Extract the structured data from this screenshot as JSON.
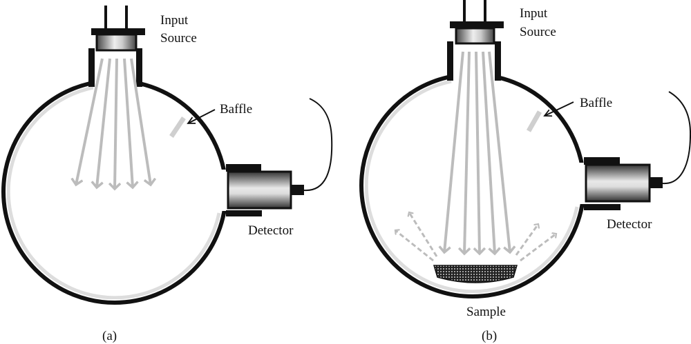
{
  "figure": {
    "panel_a": {
      "caption": "(a)",
      "source_label_line1": "Input",
      "source_label_line2": "Source",
      "baffle_label": "Baffle",
      "detector_label": "Detector"
    },
    "panel_b": {
      "caption": "(b)",
      "source_label_line1": "Input",
      "source_label_line2": "Source",
      "baffle_label": "Baffle",
      "detector_label": "Detector",
      "sample_label": "Sample"
    },
    "colors": {
      "wall": "#111111",
      "coating": "#dddddd",
      "rays": "#bcbcbc"
    }
  }
}
